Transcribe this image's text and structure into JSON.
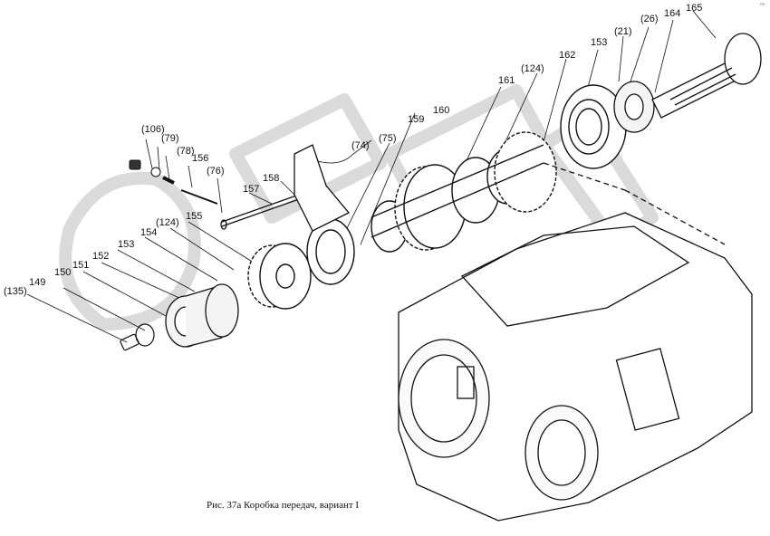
{
  "corner_mark": "ª³",
  "caption": "Рис. 37а Коробка передач, вариант I",
  "watermark": "OPEX",
  "callouts": [
    "(135)",
    "149",
    "150",
    "151",
    "152",
    "153",
    "154",
    "(124)",
    "155",
    "157",
    "158",
    "(76)",
    "156",
    "(78)",
    "(79)",
    "(106)",
    "(74)",
    "(75)",
    "159",
    "160",
    "161",
    "(124)",
    "162",
    "153",
    "(21)",
    "(26)",
    "164",
    "165"
  ],
  "colors": {
    "ink": "#111111",
    "watermark": "#d9d9d9",
    "paper": "#ffffff"
  }
}
